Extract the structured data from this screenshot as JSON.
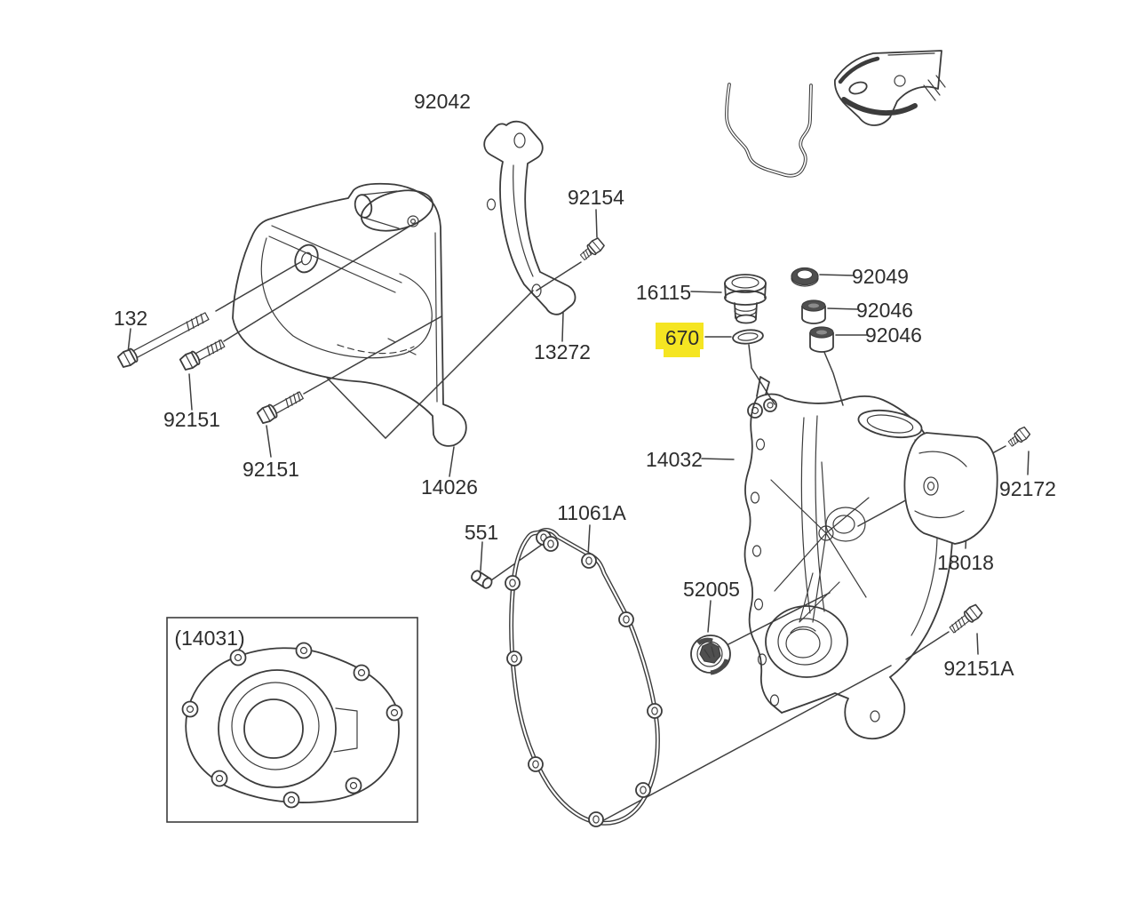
{
  "diagram": {
    "type": "motorcycle-engine-covers-parts-diagram",
    "background_color": "#ffffff",
    "line_color": "#3c3c3c",
    "text_color": "#2d2d2d",
    "highlight_color": "#f5e522",
    "highlighted_part": "670",
    "labels": [
      {
        "part_no": "92042",
        "highlighted": false
      },
      {
        "part_no": "92154",
        "highlighted": false
      },
      {
        "part_no": "132",
        "highlighted": false
      },
      {
        "part_no": "92151",
        "highlighted": false
      },
      {
        "part_no": "92151",
        "highlighted": false
      },
      {
        "part_no": "13272",
        "highlighted": false
      },
      {
        "part_no": "16115",
        "highlighted": false
      },
      {
        "part_no": "670",
        "highlighted": true
      },
      {
        "part_no": "92049",
        "highlighted": false
      },
      {
        "part_no": "92046",
        "highlighted": false
      },
      {
        "part_no": "92046",
        "highlighted": false
      },
      {
        "part_no": "14032",
        "highlighted": false
      },
      {
        "part_no": "92172",
        "highlighted": false
      },
      {
        "part_no": "18018",
        "highlighted": false
      },
      {
        "part_no": "14026",
        "highlighted": false
      },
      {
        "part_no": "11061A",
        "highlighted": false
      },
      {
        "part_no": "551",
        "highlighted": false
      },
      {
        "part_no": "52005",
        "highlighted": false
      },
      {
        "part_no": "92151A",
        "highlighted": false
      },
      {
        "part_no": "(14031)",
        "highlighted": false
      }
    ]
  }
}
